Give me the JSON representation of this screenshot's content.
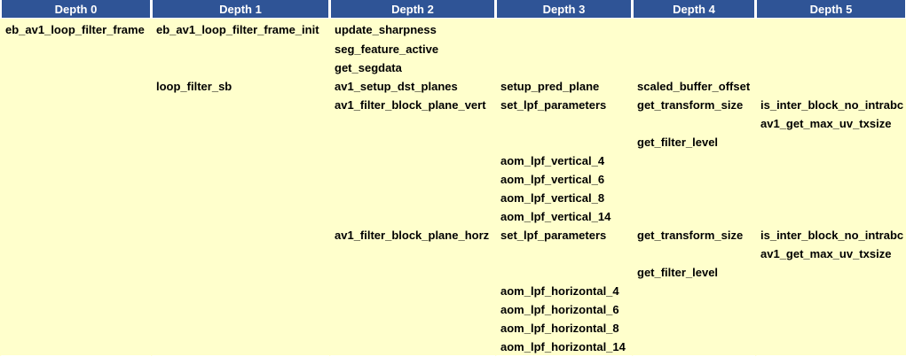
{
  "colors": {
    "header_bg": "#2f5496",
    "header_text": "#ffffff",
    "cell_bg": "#ffffcc",
    "cell_text": "#000000"
  },
  "headers": [
    "Depth 0",
    "Depth 1",
    "Depth 2",
    "Depth 3",
    "Depth 4",
    "Depth 5"
  ],
  "rows": [
    [
      "eb_av1_loop_filter_frame",
      "eb_av1_loop_filter_frame_init",
      "update_sharpness",
      "",
      "",
      ""
    ],
    [
      "",
      "",
      "seg_feature_active",
      "",
      "",
      ""
    ],
    [
      "",
      "",
      "get_segdata",
      "",
      "",
      ""
    ],
    [
      "",
      "loop_filter_sb",
      "av1_setup_dst_planes",
      "setup_pred_plane",
      "scaled_buffer_offset",
      ""
    ],
    [
      "",
      "",
      "av1_filter_block_plane_vert",
      "set_lpf_parameters",
      "get_transform_size",
      "is_inter_block_no_intrabc"
    ],
    [
      "",
      "",
      "",
      "",
      "",
      "av1_get_max_uv_txsize"
    ],
    [
      "",
      "",
      "",
      "",
      "get_filter_level",
      ""
    ],
    [
      "",
      "",
      "",
      "aom_lpf_vertical_4",
      "",
      ""
    ],
    [
      "",
      "",
      "",
      "aom_lpf_vertical_6",
      "",
      ""
    ],
    [
      "",
      "",
      "",
      "aom_lpf_vertical_8",
      "",
      ""
    ],
    [
      "",
      "",
      "",
      "aom_lpf_vertical_14",
      "",
      ""
    ],
    [
      "",
      "",
      "av1_filter_block_plane_horz",
      "set_lpf_parameters",
      "get_transform_size",
      "is_inter_block_no_intrabc"
    ],
    [
      "",
      "",
      "",
      "",
      "",
      "av1_get_max_uv_txsize"
    ],
    [
      "",
      "",
      "",
      "",
      "get_filter_level",
      ""
    ],
    [
      "",
      "",
      "",
      "aom_lpf_horizontal_4",
      "",
      ""
    ],
    [
      "",
      "",
      "",
      "aom_lpf_horizontal_6",
      "",
      ""
    ],
    [
      "",
      "",
      "",
      "aom_lpf_horizontal_8",
      "",
      ""
    ],
    [
      "",
      "",
      "",
      "aom_lpf_horizontal_14",
      "",
      ""
    ]
  ]
}
